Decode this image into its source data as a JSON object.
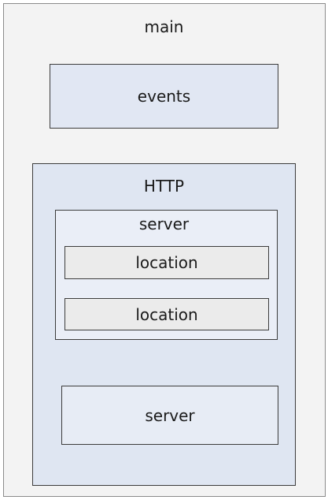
{
  "diagram": {
    "main": {
      "label": "main"
    },
    "events": {
      "label": "events"
    },
    "http": {
      "label": "HTTP",
      "servers": [
        {
          "label": "server",
          "locations": [
            {
              "label": "location"
            },
            {
              "label": "location"
            }
          ]
        },
        {
          "label": "server"
        }
      ]
    }
  },
  "colors": {
    "main_fill": "#f3f3f3",
    "block_fill": "#dfe6f2",
    "location_fill": "#ebebeb",
    "border": "#3c3c3c"
  }
}
